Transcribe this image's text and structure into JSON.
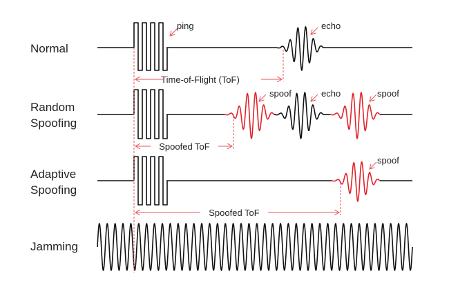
{
  "rows": {
    "normal": {
      "label": [
        "Normal"
      ]
    },
    "random": {
      "label": [
        "Random",
        "Spoofing"
      ]
    },
    "adaptive": {
      "label": [
        "Adaptive",
        "Spoofing"
      ]
    },
    "jamming": {
      "label": [
        "Jamming"
      ]
    }
  },
  "annotations": {
    "ping": "ping",
    "echo": "echo",
    "spoof": "spoof",
    "tof": "Time-of-Flight (ToF)",
    "spoofed_tof": "Spoofed ToF"
  },
  "colors": {
    "signal": "#111111",
    "spoof": "#e0242a",
    "guide": "#e8555a"
  }
}
